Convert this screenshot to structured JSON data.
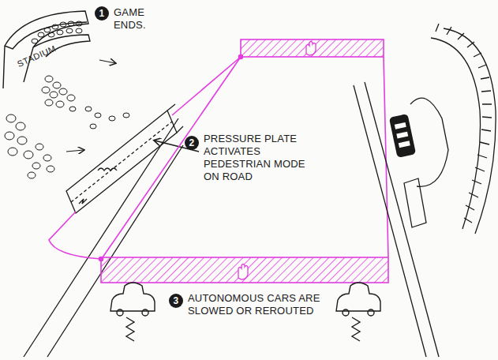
{
  "diagram": {
    "nodes": [
      {
        "text": [
          "STADIUM"
        ]
      }
    ],
    "labels": [
      "1",
      "GAME ENDS.",
      "2",
      "PRESSURE PLATE ACTIVATES PEDESTRIAN MODE ON ROAD",
      "3",
      "AUTONOMOUS CARS ARE SLOWED OR REROUTED"
    ]
  }
}
